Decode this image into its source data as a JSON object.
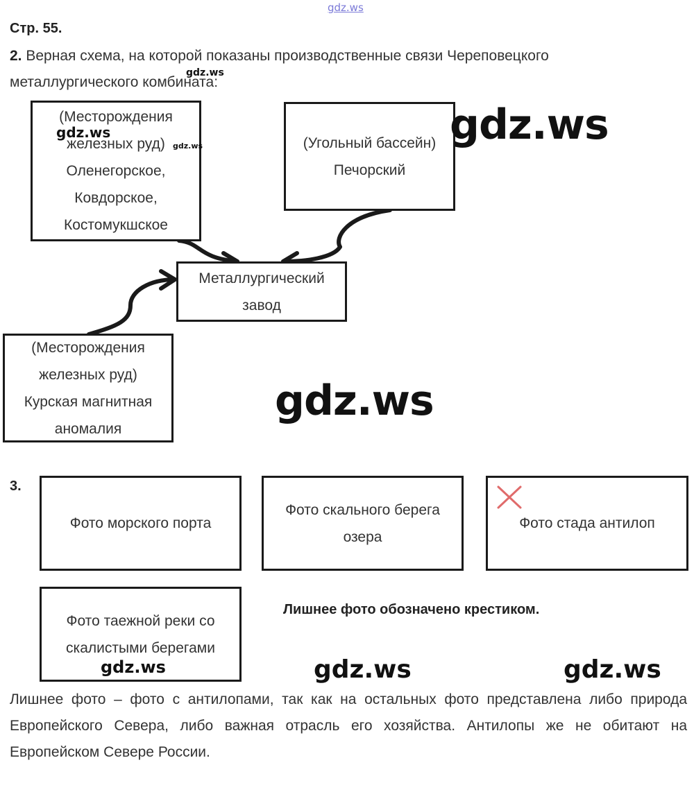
{
  "watermarks": {
    "top": "gdz.ws",
    "label": "gdz.ws"
  },
  "page_ref": "Стр. 55.",
  "q2": {
    "number": "2.",
    "text_line1": " Верная схема, на которой показаны производственные связи Череповецкого",
    "text_line2": "металлургического комбината:",
    "box_iron_north": {
      "lines": [
        "(Месторождения",
        "железных руд)",
        "Оленегорское,",
        "Ковдорское,",
        "Костомукшское"
      ]
    },
    "box_coal": {
      "lines": [
        "(Угольный бассейн)",
        "Печорский"
      ]
    },
    "box_plant": {
      "lines": [
        "Металлургический",
        "завод"
      ]
    },
    "box_iron_kursk": {
      "lines": [
        "(Месторождения",
        "железных руд)",
        "Курская магнитная",
        "аномалия"
      ]
    }
  },
  "q3": {
    "number": "3.",
    "photos": [
      {
        "lines": [
          "Фото морского порта"
        ],
        "crossed": false
      },
      {
        "lines": [
          "Фото скального берега",
          "озера"
        ],
        "crossed": false
      },
      {
        "lines": [
          "Фото стада антилоп"
        ],
        "crossed": true
      },
      {
        "lines": [
          "Фото таежной реки со",
          "скалистыми берегами"
        ],
        "crossed": false
      }
    ],
    "note": "Лишнее фото обозначено крестиком.",
    "answer": "Лишнее фото – фото с антилопами, так как на остальных фото представлена либо природа Европейского Севера, либо важная отрасль его хозяйства. Антилопы же не обитают на Европейском Севере России.",
    "cross_color": "#e06b6b"
  }
}
